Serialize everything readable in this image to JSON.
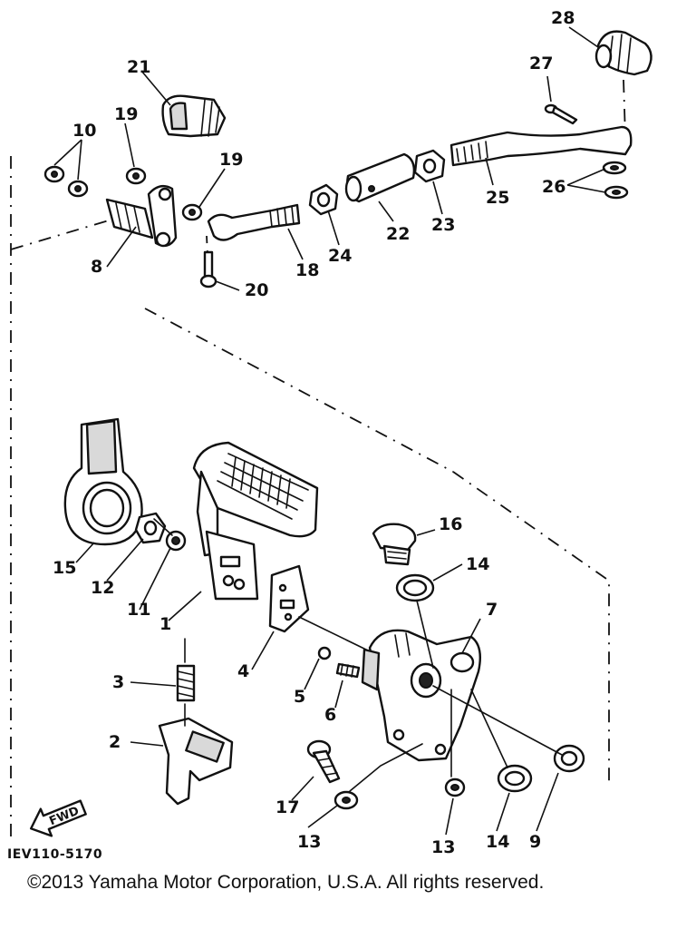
{
  "diagram": {
    "callouts": {
      "n1": "1",
      "n2": "2",
      "n3": "3",
      "n4": "4",
      "n5": "5",
      "n6": "6",
      "n7": "7",
      "n8": "8",
      "n9": "9",
      "n10": "10",
      "n11": "11",
      "n12": "12",
      "n13a": "13",
      "n13b": "13",
      "n14a": "14",
      "n14b": "14",
      "n15": "15",
      "n16": "16",
      "n17": "17",
      "n18": "18",
      "n19a": "19",
      "n19b": "19",
      "n20": "20",
      "n21": "21",
      "n22": "22",
      "n23": "23",
      "n24": "24",
      "n25": "25",
      "n26": "26",
      "n27": "27",
      "n28": "28"
    },
    "diagram_code": "IEV110-5170",
    "fwd_label": "FWD",
    "copyright": "©2013 Yamaha Motor Corporation, U.S.A. All rights reserved."
  }
}
